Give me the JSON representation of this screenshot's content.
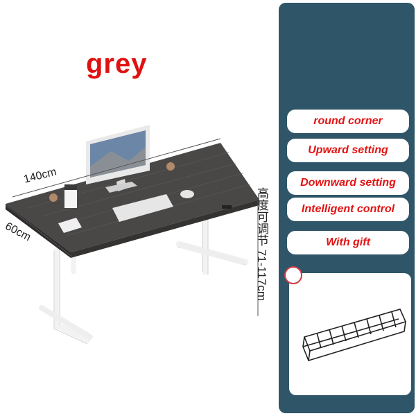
{
  "title": "grey",
  "dimensions": {
    "width": "140cm",
    "depth": "60cm",
    "height": "高度可调节 71-117cm"
  },
  "features": [
    "round corner",
    "Upward setting",
    "Downward setting",
    "Intelligent control",
    "With gift"
  ],
  "colors": {
    "panel": "#2f5568",
    "label_text": "#e31313",
    "title": "#e01111",
    "desktop": "#4a4747"
  }
}
